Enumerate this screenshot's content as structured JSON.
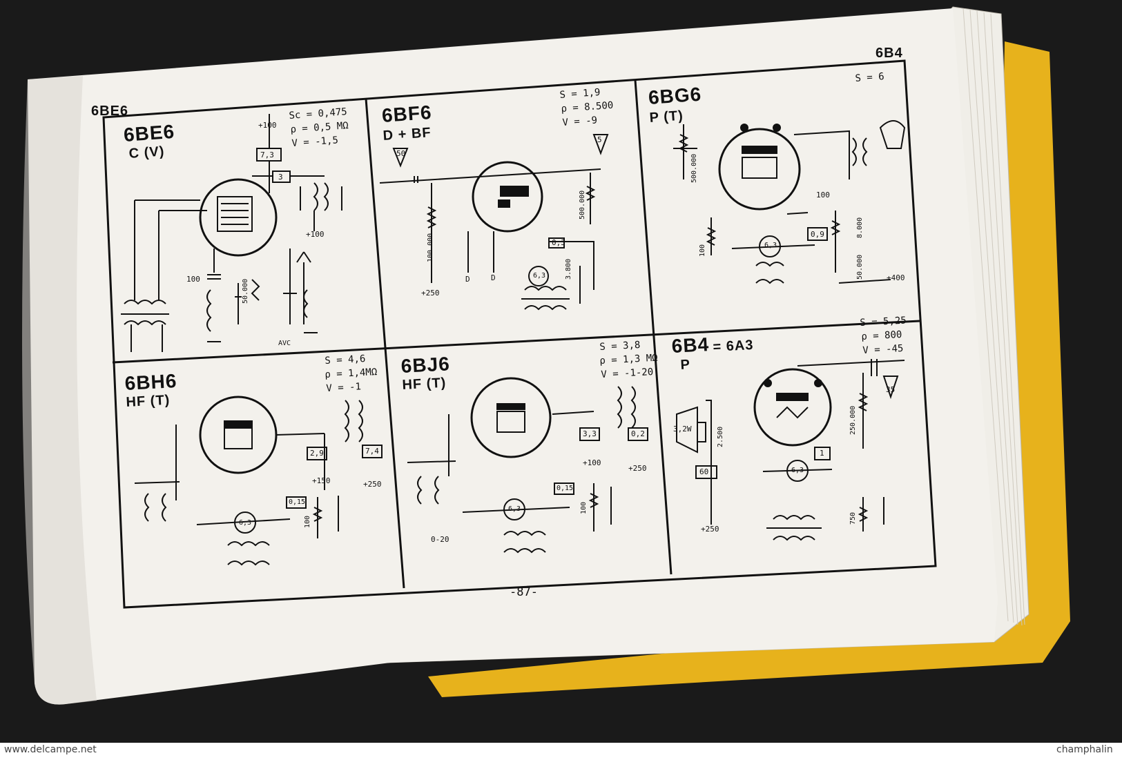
{
  "page": {
    "header_left": "6BE6",
    "header_right": "6B4",
    "page_number": "-87-"
  },
  "tubes": [
    {
      "name": "6BE6",
      "mode": "C (V)",
      "params": [
        "Sc = 0,475",
        "ρ = 0,5 MΩ",
        "V = -1,5"
      ]
    },
    {
      "name": "6BF6",
      "mode": "D + BF",
      "params": [
        "S = 1,9",
        "ρ = 8.500",
        "V = -9"
      ]
    },
    {
      "name": "6BG6",
      "mode": "P (T)",
      "params": [
        "S = 6"
      ]
    },
    {
      "name": "6BH6",
      "mode": "HF (T)",
      "params": [
        "S = 4,6",
        "ρ = 1,4MΩ",
        "V = -1"
      ]
    },
    {
      "name": "6BJ6",
      "mode": "HF (T)",
      "params": [
        "S = 3,8",
        "ρ = 1,3 MΩ",
        "V = -1-20"
      ]
    },
    {
      "name": "6B4",
      "name_suffix": "= 6A3",
      "mode": "P",
      "params": [
        "S = 5,25",
        "ρ = 800",
        "V = -45"
      ]
    }
  ],
  "circuit_labels": {
    "c1": [
      "+100",
      "7,3",
      "3",
      "+100",
      "100",
      "50.000",
      "AVC"
    ],
    "c2": [
      "50",
      "5",
      "100.000",
      "500.000",
      "0,3",
      "6,3",
      "3.800",
      "D",
      "D",
      "+250"
    ],
    "c3": [
      "500.000",
      "100",
      "0,9",
      "6,3",
      "100",
      "8.000",
      "50.000",
      "+400"
    ],
    "c4": [
      "2,9",
      "+150",
      "7,4",
      "+250",
      "0,15",
      "6,3",
      "100"
    ],
    "c5": [
      "3,3",
      "+100",
      "0,2",
      "+250",
      "0,15",
      "6,3",
      "100",
      "0-20"
    ],
    "c6": [
      "35",
      "250.000",
      "3,2W",
      "2.500",
      "60",
      "1",
      "6,3",
      "+250",
      "750"
    ]
  },
  "watermarks": {
    "left": "www.delcampe.net",
    "right": "champhalin"
  }
}
